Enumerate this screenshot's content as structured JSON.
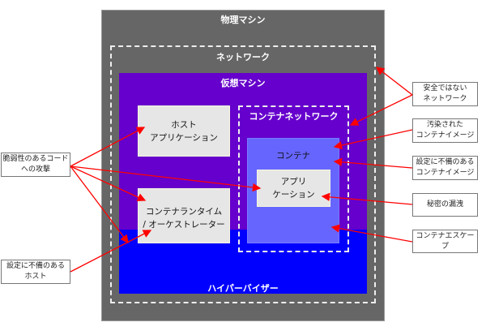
{
  "diagram": {
    "physical_machine": "物理マシン",
    "network": "ネットワーク",
    "virtual_machine": "仮想マシン",
    "hypervisor": "ハイパーバイザー",
    "host_application": [
      "ホスト",
      "アプリケーション"
    ],
    "container_runtime": [
      "コンテナランタイム",
      "/ オーケストレーター"
    ],
    "container_network": "コンテナネットワーク",
    "container": "コンテナ",
    "application": [
      "アプリ",
      "ケーション"
    ]
  },
  "threats_right": [
    [
      "安全ではない",
      "ネットワーク"
    ],
    [
      "汚染された",
      "コンテナイメージ"
    ],
    [
      "設定に不備のある",
      "コンテナイメージ"
    ],
    [
      "秘密の漏洩"
    ],
    [
      "コンテナエスケープ"
    ]
  ],
  "threats_left": [
    [
      "脆弱性のあるコード",
      "への攻撃"
    ],
    [
      "設定に不備のある",
      "ホスト"
    ]
  ],
  "colors": {
    "arrow": "#ff0000",
    "vm": "#6600cc",
    "hypervisor": "#0000ff",
    "container": "#6666ff"
  }
}
